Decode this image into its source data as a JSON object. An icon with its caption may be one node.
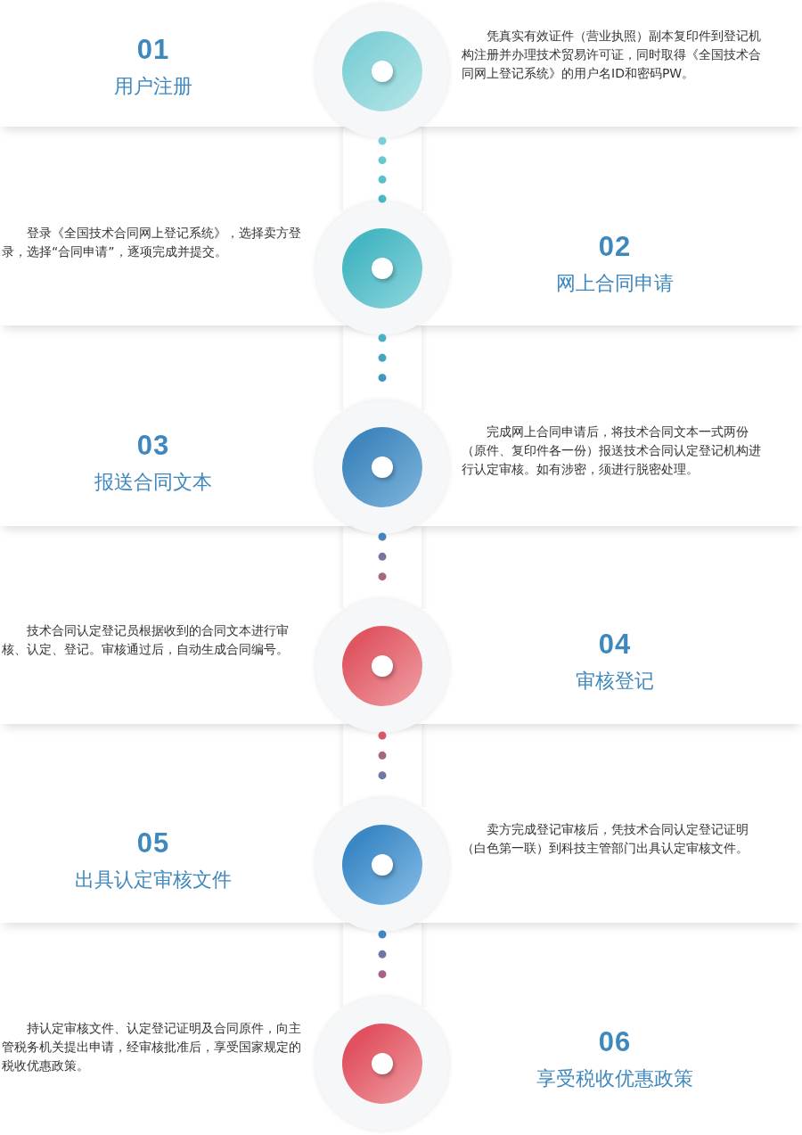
{
  "diagram": {
    "nodes": [
      {
        "text": [
          "01",
          "用户注册",
          "凭真实有效证件（营业执照）副本复印件到登记机构注册并办理技术贸易许可证，同时取得《全国技术合同网上登记系统》的用户名ID和密码PW。"
        ]
      },
      {
        "text": [],
        "shape": "circle",
        "in": 0
      },
      {
        "text": [
          "02",
          "网上合同申请",
          "登录《全国技术合同网上登记系统》，选择卖方登录，选择“合同申请”，逐项完成并提交。"
        ]
      },
      {
        "text": [],
        "shape": "circle",
        "in": 2
      },
      {
        "text": [
          "03",
          "报送合同文本",
          "完成网上合同申请后，将技术合同文本一式两份（原件、复印件各一份）报送技术合同认定登记机构进行认定审核。如有涉密，须进行脱密处理。"
        ]
      },
      {
        "text": [],
        "shape": "circle",
        "in": 4
      },
      {
        "text": [
          "04",
          "审核登记",
          "技术合同认定登记员根据收到的合同文本进行审核、认定、登记。审核通过后，自动生成合同编号。"
        ]
      },
      {
        "text": [],
        "shape": "circle",
        "in": 6
      },
      {
        "text": [
          "05",
          "出具认定审核文件",
          "卖方完成登记审核后，凭技术合同认定登记证明（白色第一联）到科技主管部门出具认定审核文件。"
        ]
      },
      {
        "text": [],
        "shape": "circle",
        "in": 8
      },
      {
        "text": [
          "06",
          "享受税收优惠政策",
          "持认定审核文件、认定登记证明及合同原件，向主管税务机关提出申请，经审核批准后，享受国家规定的税收优惠政策。"
        ]
      },
      {
        "text": [],
        "shape": "circle",
        "in": 10
      }
    ],
    "edges": [
      {
        "from": 1,
        "to": 3,
        "arrow": "none",
        "style": "dashed"
      },
      {
        "from": 3,
        "to": 5,
        "arrow": "none",
        "style": "dashed"
      },
      {
        "from": 5,
        "to": 7,
        "arrow": "none",
        "style": "dashed"
      },
      {
        "from": 7,
        "to": 9,
        "arrow": "none",
        "style": "dashed"
      },
      {
        "from": 9,
        "to": 11,
        "arrow": "none",
        "style": "dashed"
      }
    ]
  }
}
